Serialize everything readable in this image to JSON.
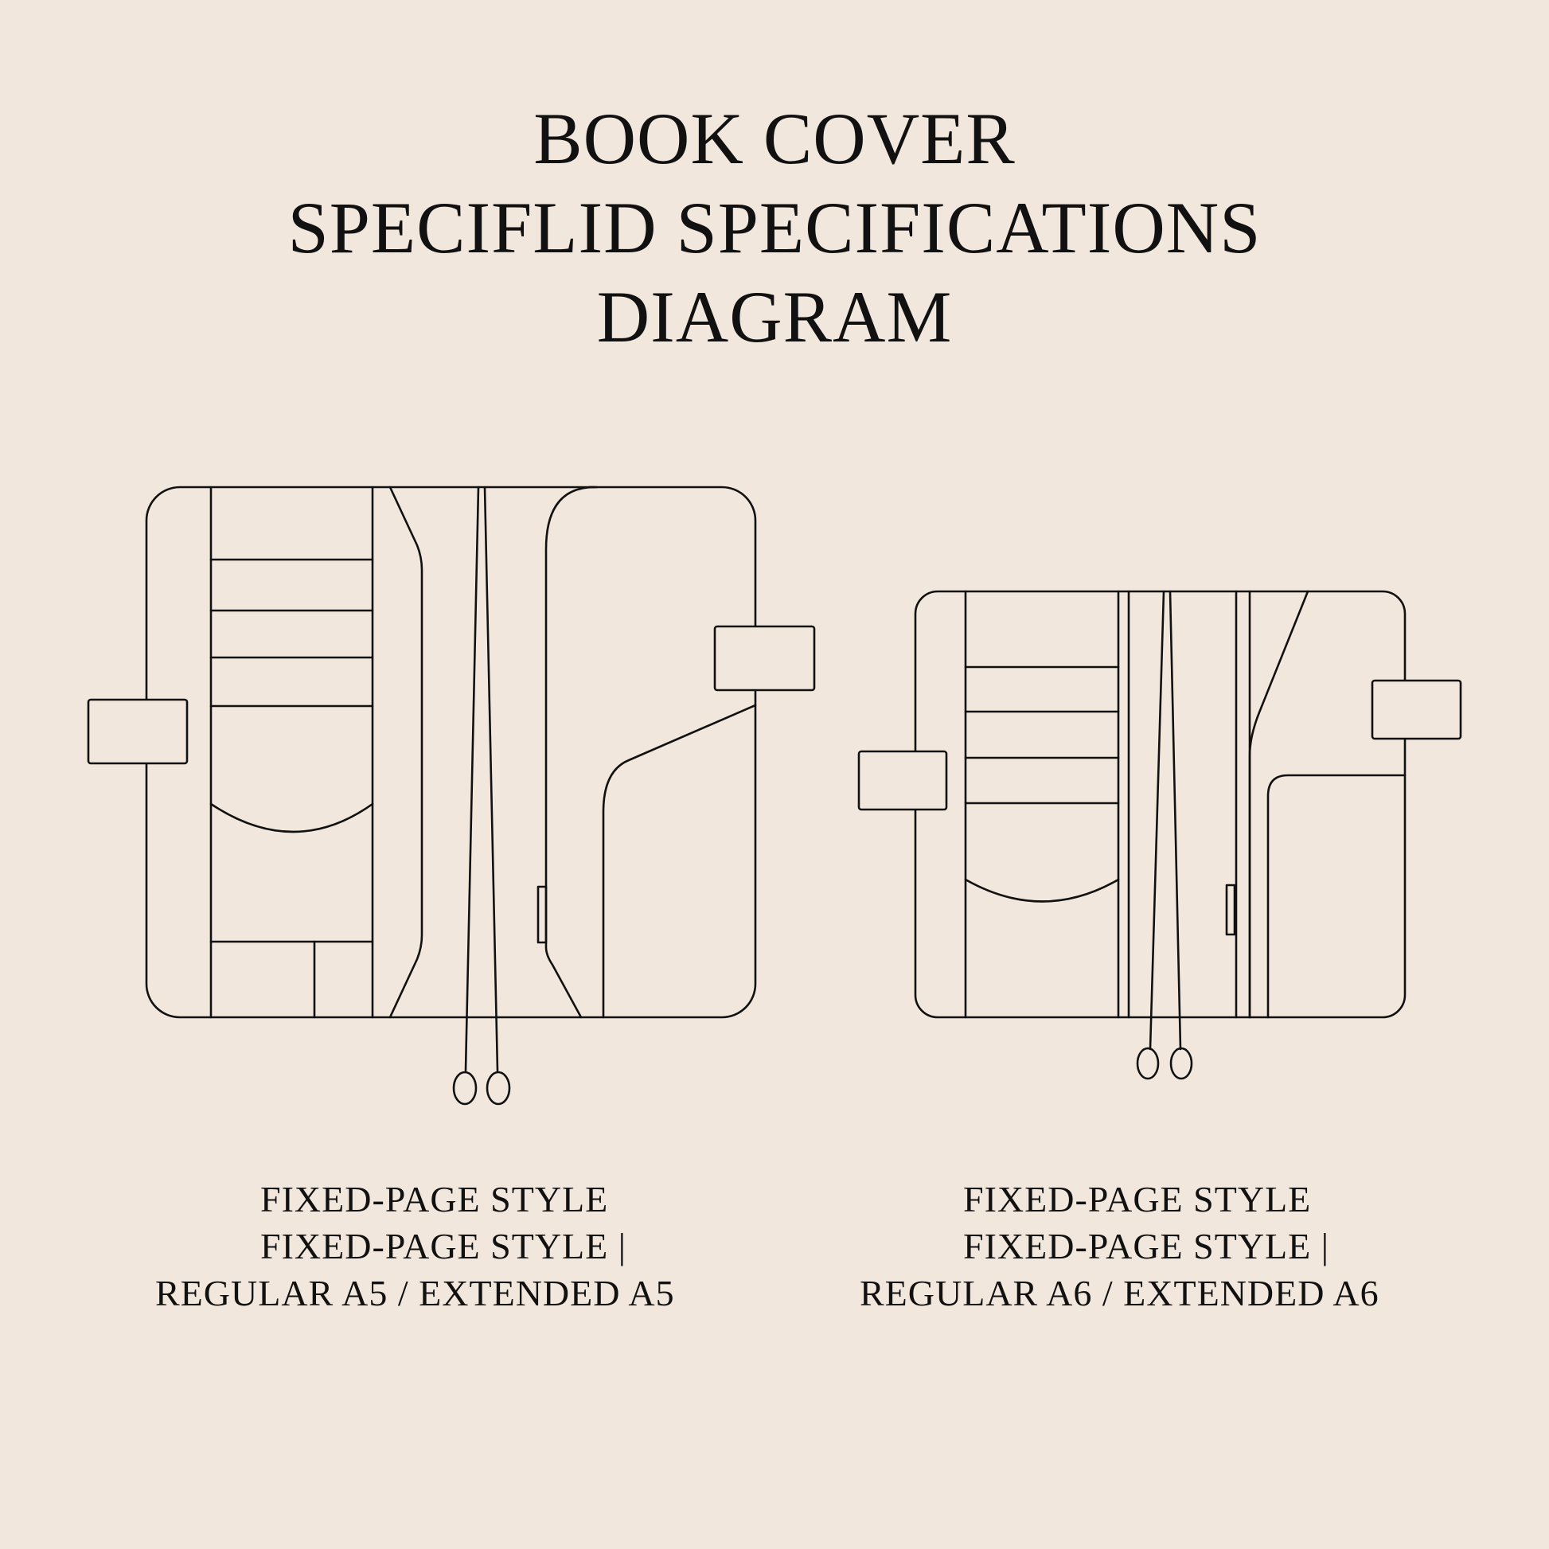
{
  "title": {
    "line1": "BOOK COVER",
    "line2": "SPECIFLID SPECIFICATIONS",
    "line3": "DIAGRAM"
  },
  "captions": {
    "a5": {
      "line1": "FIXED-PAGE STYLE",
      "line2": "FIXED-PAGE STYLE |",
      "line3": "REGULAR A5 / EXTENDED A5"
    },
    "a6": {
      "line1": "FIXED-PAGE STYLE",
      "line2": "FIXED-PAGE STYLE |",
      "line3": "REGULAR A6 / EXTENDED A6"
    }
  },
  "colors": {
    "background": "#f2e7dc",
    "line": "#111111"
  }
}
